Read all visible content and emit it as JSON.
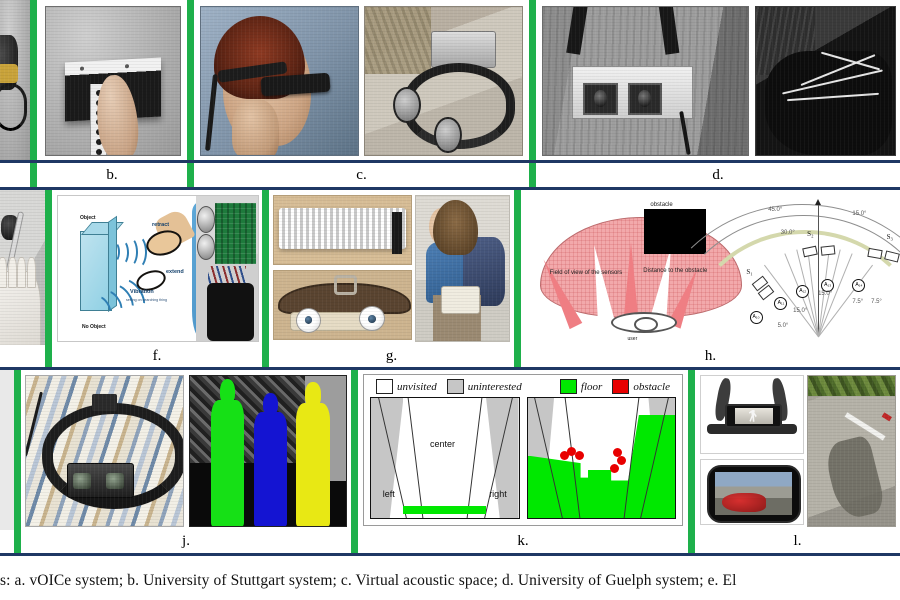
{
  "figure": {
    "caption": "s: a. vOICe system; b. University of Stuttgart system; c. Virtual acoustic space; d. University of Guelph system; e. El"
  },
  "rows": [
    {
      "id": "row-1",
      "labels": [
        {
          "key": "a-partial",
          "text": ""
        },
        {
          "key": "b",
          "text": "b."
        },
        {
          "key": "c",
          "text": "c."
        },
        {
          "key": "d",
          "text": "d."
        }
      ]
    },
    {
      "id": "row-2",
      "labels": [
        {
          "key": "e-partial",
          "text": ""
        },
        {
          "key": "f",
          "text": "f."
        },
        {
          "key": "g",
          "text": "g."
        },
        {
          "key": "h",
          "text": "h."
        }
      ]
    },
    {
      "id": "row-3",
      "labels": [
        {
          "key": "i-partial",
          "text": ""
        },
        {
          "key": "j",
          "text": "j."
        },
        {
          "key": "k",
          "text": "k."
        },
        {
          "key": "l",
          "text": "l."
        }
      ]
    }
  ],
  "panel_f": {
    "labels": {
      "object": "Object",
      "no_object": "No Object",
      "retract": "retract",
      "extend": "extend",
      "vibration": "Vibration",
      "vibration_sub": "setting on searching thing"
    }
  },
  "panel_h": {
    "labels": {
      "obstacle": "obstacle",
      "field_of_view": "Field of view of the sensors",
      "distance": "Distance to the obstacle",
      "user": "user"
    },
    "sensors": [
      "S₁",
      "S₂",
      "S₃"
    ],
    "actuators": [
      "A₁₀",
      "A₁₁",
      "A₁₂",
      "A₁₃",
      "A₁₄"
    ],
    "angles": [
      "45.0°",
      "30.0°",
      "15.0°",
      "15.0°",
      "15.0°",
      "7.5°",
      "7.5°",
      "5.0°"
    ]
  },
  "panel_k": {
    "legend": [
      {
        "label": "unvisited",
        "color": "#ffffff"
      },
      {
        "label": "uninterested",
        "color": "#c6c6c6"
      },
      {
        "label": "floor",
        "color": "#00e800"
      },
      {
        "label": "obstacle",
        "color": "#e80000"
      }
    ],
    "regions": {
      "center": "center",
      "left": "left",
      "right": "right"
    }
  },
  "colors": {
    "divider_green": "#1eb04b",
    "rule_navy": "#1f3864",
    "floor_green": "#00e800",
    "obstacle_red": "#e80000",
    "fov_pink": "#f2a9ab"
  }
}
